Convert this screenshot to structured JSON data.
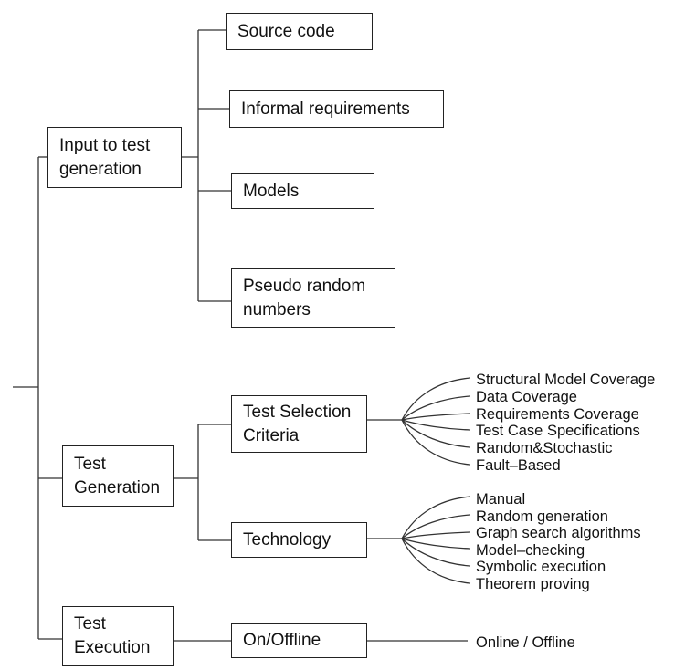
{
  "input_group": {
    "label_line1": "Input to test",
    "label_line2": "generation",
    "children": {
      "source_code": "Source code",
      "informal_requirements": "Informal requirements",
      "models": "Models",
      "pseudo_random_line1": "Pseudo random",
      "pseudo_random_line2": "numbers"
    }
  },
  "test_generation": {
    "label_line1": "Test",
    "label_line2": "Generation",
    "criteria": {
      "label_line1": "Test Selection",
      "label_line2": "Criteria",
      "items": [
        "Structural Model Coverage",
        "Data Coverage",
        "Requirements Coverage",
        "Test Case Specifications",
        "Random&Stochastic",
        "Fault–Based"
      ]
    },
    "technology": {
      "label": "Technology",
      "items": [
        "Manual",
        "Random generation",
        "Graph search algorithms",
        "Model–checking",
        "Symbolic execution",
        "Theorem proving"
      ]
    }
  },
  "test_execution": {
    "label_line1": "Test",
    "label_line2": "Execution",
    "online": {
      "label": "On/Offline",
      "item": "Online / Offline"
    }
  }
}
